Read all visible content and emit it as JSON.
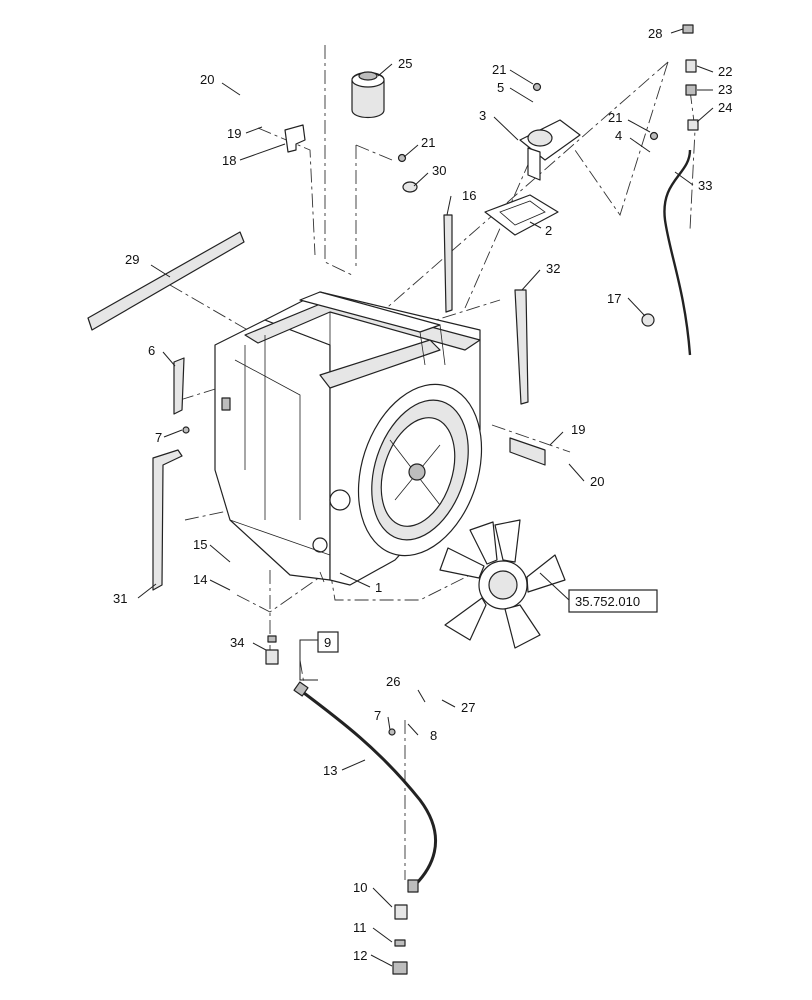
{
  "callouts": {
    "c1": "1",
    "c2": "2",
    "c3": "3",
    "c4": "4",
    "c5": "5",
    "c6": "6",
    "c7a": "7",
    "c7b": "7",
    "c8": "8",
    "c9": "9",
    "c10": "10",
    "c11": "11",
    "c12": "12",
    "c13": "13",
    "c14": "14",
    "c15": "15",
    "c16": "16",
    "c17": "17",
    "c18": "18",
    "c19a": "19",
    "c19b": "19",
    "c20a": "20",
    "c20b": "20",
    "c21a": "21",
    "c21b": "21",
    "c21c": "21",
    "c22": "22",
    "c23": "23",
    "c24": "24",
    "c25": "25",
    "c26": "26",
    "c27": "27",
    "c28": "28",
    "c29": "29",
    "c30": "30",
    "c31": "31",
    "c32": "32",
    "c33": "33",
    "c34": "34"
  },
  "reference": {
    "fan_ref": "35.752.010"
  }
}
